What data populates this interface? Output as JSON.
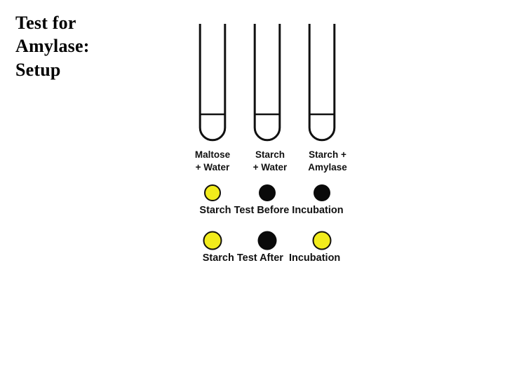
{
  "slide": {
    "title_lines": [
      "Test for",
      "Amylase:",
      "Setup"
    ],
    "background_color": "#ffffff"
  },
  "colors": {
    "positive_dot": "#F2EC1C",
    "negative_dot": "#0A0A0A",
    "outline": "#12100A",
    "text": "#111111"
  },
  "diagram": {
    "tubes": [
      {
        "label_lines": [
          "Maltose",
          "+ Water"
        ],
        "contents": "Maltose + Water"
      },
      {
        "label_lines": [
          "Starch",
          "+ Water"
        ],
        "contents": "Starch + Water"
      },
      {
        "label_lines": [
          "Starch +",
          "Amylase"
        ],
        "contents": "Starch + Amylase"
      }
    ],
    "result_rows": [
      {
        "caption": "Starch Test Before Incubation",
        "dots": [
          {
            "color_name": "yellow",
            "result": "negative"
          },
          {
            "color_name": "black",
            "result": "positive"
          },
          {
            "color_name": "black",
            "result": "positive"
          }
        ]
      },
      {
        "caption": "Starch Test After  Incubation",
        "dots": [
          {
            "color_name": "yellow",
            "result": "negative"
          },
          {
            "color_name": "black",
            "result": "positive"
          },
          {
            "color_name": "yellow",
            "result": "negative"
          }
        ]
      }
    ]
  }
}
